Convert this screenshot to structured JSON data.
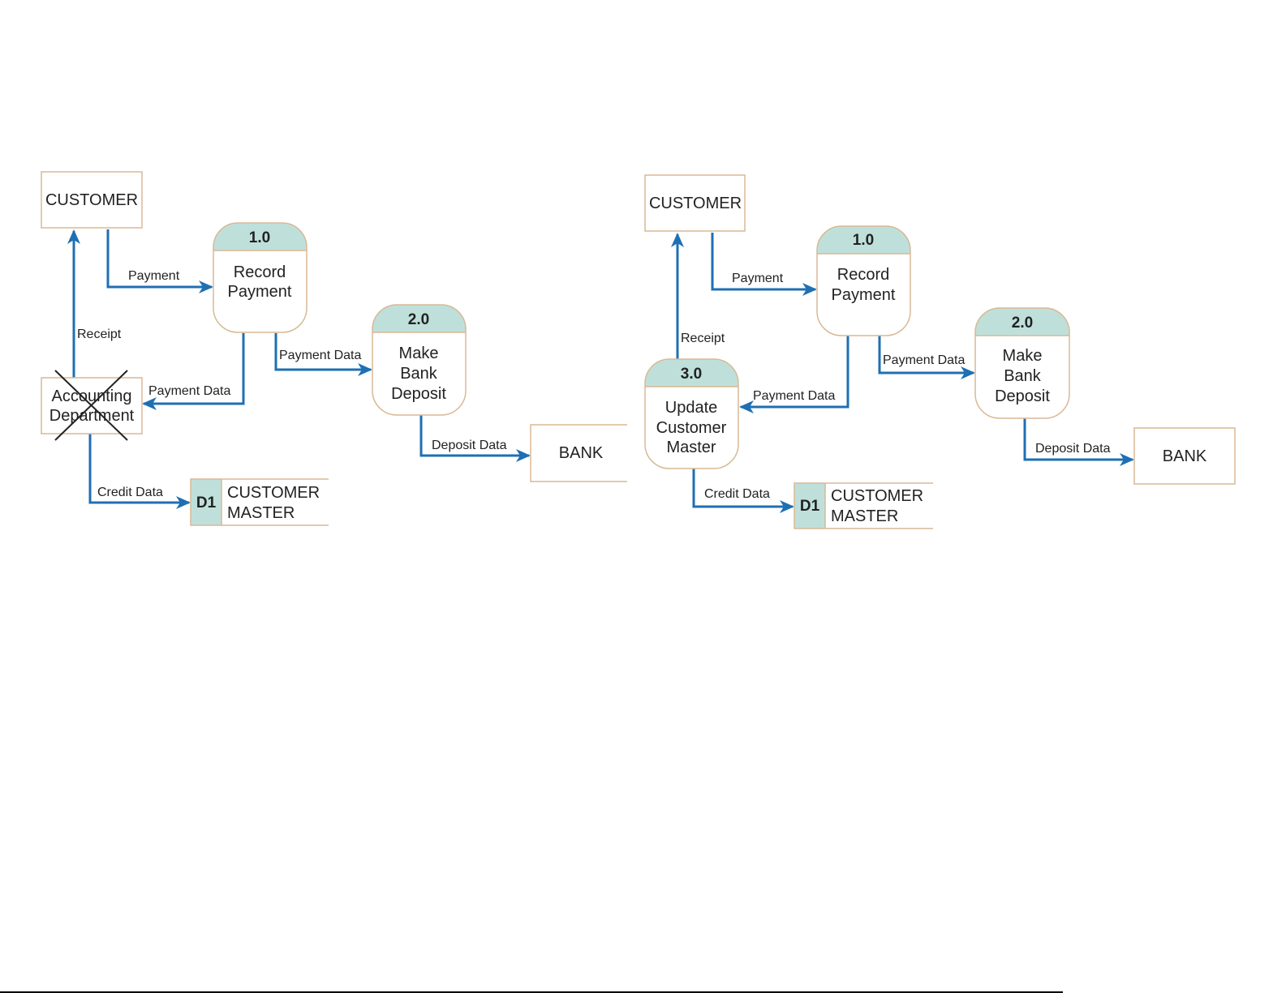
{
  "left": {
    "customer": "CUSTOMER",
    "p1": {
      "id": "1.0",
      "line1": "Record",
      "line2": "Payment"
    },
    "p2": {
      "id": "2.0",
      "line1": "Make",
      "line2": "Bank",
      "line3": "Deposit"
    },
    "accounting": {
      "line1": "Accounting",
      "line2": "Department"
    },
    "bank": "BANK",
    "store": {
      "id": "D1",
      "line1": "CUSTOMER",
      "line2": "MASTER"
    },
    "flows": {
      "receipt": "Receipt",
      "payment": "Payment",
      "payment_data_a": "Payment Data",
      "payment_data_b": "Payment Data",
      "deposit_data": "Deposit Data",
      "credit_data": "Credit Data"
    }
  },
  "right": {
    "customer": "CUSTOMER",
    "p1": {
      "id": "1.0",
      "line1": "Record",
      "line2": "Payment"
    },
    "p2": {
      "id": "2.0",
      "line1": "Make",
      "line2": "Bank",
      "line3": "Deposit"
    },
    "p3": {
      "id": "3.0",
      "line1": "Update",
      "line2": "Customer",
      "line3": "Master"
    },
    "bank": "BANK",
    "store": {
      "id": "D1",
      "line1": "CUSTOMER",
      "line2": "MASTER"
    },
    "flows": {
      "receipt": "Receipt",
      "payment": "Payment",
      "payment_data_a": "Payment Data",
      "payment_data_b": "Payment Data",
      "deposit_data": "Deposit Data",
      "credit_data": "Credit Data"
    }
  },
  "colors": {
    "flow": "#1f6fb3",
    "header": "#bfe0da",
    "border": "#d8b995"
  }
}
